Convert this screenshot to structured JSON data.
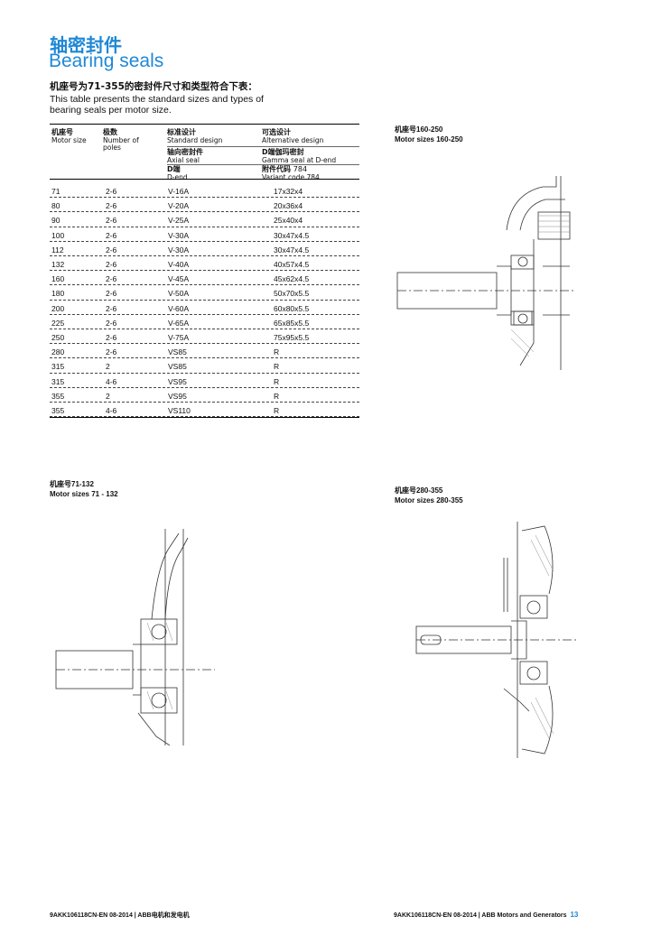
{
  "heading": {
    "title_cn": "轴密封件",
    "title_en": "Bearing seals"
  },
  "intro": {
    "cn": "机座号为71-355的密封件尺寸和类型符合下表：",
    "en": "This table presents the standard sizes and types of bearing seals per motor size."
  },
  "table": {
    "headers": {
      "motor_size_cn": "机座号",
      "motor_size_en": "Motor size",
      "poles_cn": "极数",
      "poles_en": "Number of poles",
      "standard_cn": "标准设计",
      "standard_en": "Standard design",
      "alt_cn": "可选设计",
      "alt_en": "Alternative design",
      "axial_cn": "轴向密封件",
      "axial_en": "Axial seal",
      "gamma_cn": "D端伽玛密封",
      "gamma_en": "Gamma seal at D-end",
      "dend_cn": "D端",
      "dend_en": "D-end",
      "variant_cn": "附件代码",
      "variant_code": "784",
      "variant_en": "Variant code 784"
    },
    "rows": [
      {
        "size": "71",
        "poles": "2-6",
        "std": "V-16A",
        "alt": "17x32x4"
      },
      {
        "size": "80",
        "poles": "2-6",
        "std": "V-20A",
        "alt": "20x36x4"
      },
      {
        "size": "90",
        "poles": "2-6",
        "std": "V-25A",
        "alt": "25x40x4"
      },
      {
        "size": "100",
        "poles": "2-6",
        "std": "V-30A",
        "alt": "30x47x4.5"
      },
      {
        "size": "112",
        "poles": "2-6",
        "std": "V-30A",
        "alt": "30x47x4.5"
      },
      {
        "size": "132",
        "poles": "2-6",
        "std": "V-40A",
        "alt": "40x57x4.5"
      },
      {
        "size": "160",
        "poles": "2-6",
        "std": "V-45A",
        "alt": "45x62x4.5"
      },
      {
        "size": "180",
        "poles": "2-6",
        "std": "V-50A",
        "alt": "50x70x5.5"
      },
      {
        "size": "200",
        "poles": "2-6",
        "std": "V-60A",
        "alt": "60x80x5.5"
      },
      {
        "size": "225",
        "poles": "2-6",
        "std": "V-65A",
        "alt": "65x85x5.5"
      },
      {
        "size": "250",
        "poles": "2-6",
        "std": "V-75A",
        "alt": "75x95x5.5"
      },
      {
        "size": "280",
        "poles": "2-6",
        "std": "VS85",
        "alt": "R"
      },
      {
        "size": "315",
        "poles": "2",
        "std": "VS85",
        "alt": "R"
      },
      {
        "size": "315",
        "poles": "4-6",
        "std": "VS95",
        "alt": "R"
      },
      {
        "size": "355",
        "poles": "2",
        "std": "VS95",
        "alt": "R"
      },
      {
        "size": "355",
        "poles": "4-6",
        "std": "VS110",
        "alt": "R"
      }
    ]
  },
  "figures": {
    "fig_160": {
      "cn": "机座号160-250",
      "en": "Motor sizes 160-250"
    },
    "fig_71": {
      "cn": "机座号71-132",
      "en": "Motor sizes 71 - 132"
    },
    "fig_280": {
      "cn": "机座号280-355",
      "en": "Motor sizes 280-355"
    }
  },
  "footer": {
    "left": "9AKK106118CN-EN 08-2014 | ABB电机和发电机",
    "right": "9AKK106118CN-EN 08-2014 | ABB  Motors and Generators",
    "page": "13"
  },
  "colors": {
    "accent": "#1e88d6",
    "text": "#111111"
  }
}
